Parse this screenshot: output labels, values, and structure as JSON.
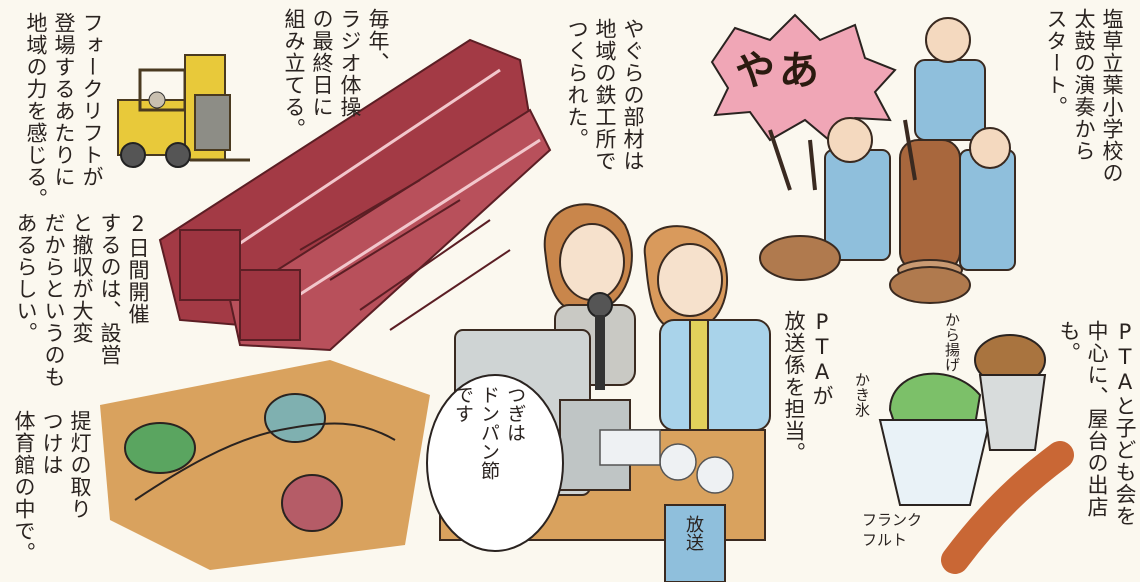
{
  "colors": {
    "paper": "#fbf8ef",
    "tower_red": "#a33a45",
    "forklift_yellow": "#e8c93a",
    "burst_pink": "#f0a6b6",
    "happi_blue": "#8fbfdc",
    "lantern_wood": "#d9a25e",
    "shaved_ice_green": "#7cc069"
  },
  "icons": [
    "forklift-icon",
    "yagura-tower-icon",
    "taiko-drum-icon",
    "microphone-icon",
    "radio-speaker-icon",
    "lantern-icon",
    "shaved-ice-icon",
    "karaage-cup-icon",
    "sausage-icon"
  ],
  "texts": {
    "forklift": "フォークリフトが\n登場するあたりに\n地域の力を感じる。",
    "radio": "毎年、\nラジオ体操\nの最終日に\n組み立てる。",
    "yagura": "やぐらの部材は\n地域の鉄工所で\nつくられた。",
    "yaa": "やあ",
    "taiko": "塩草立葉小学校の\n太鼓の演奏から\nスタート。",
    "twodays": "2日間開催\nするのは、設営\nと撤収が大変\nだからというのも\nあるらしい。",
    "lantern": "提灯の取り\nつけは\n体育館の中で。",
    "pta_broadcast": "PTAが\n放送係を担当。",
    "pta_stall": "PTAと子ども会を\n中心に、屋台の出店\nも。",
    "bubble": "つぎは\nドンパン節\nです",
    "kakigoori": "かき氷",
    "karaage": "から揚げ",
    "frank": "フランク\nフルト",
    "housou_sign": "放送"
  }
}
